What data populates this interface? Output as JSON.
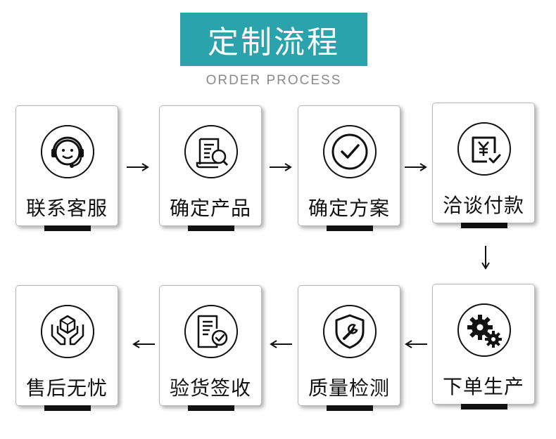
{
  "header": {
    "title": "定制流程",
    "subtitle": "ORDER PROCESS"
  },
  "steps": [
    {
      "label": "联系客服",
      "icon": "customer-service-icon"
    },
    {
      "label": "确定产品",
      "icon": "document-search-icon"
    },
    {
      "label": "确定方案",
      "icon": "check-circle-icon"
    },
    {
      "label": "洽谈付款",
      "icon": "yen-payment-icon"
    },
    {
      "label": "下单生产",
      "icon": "gears-icon"
    },
    {
      "label": "质量检测",
      "icon": "shield-wrench-icon"
    },
    {
      "label": "验货签收",
      "icon": "document-check-icon"
    },
    {
      "label": "售后无忧",
      "icon": "hands-box-icon"
    }
  ],
  "colors": {
    "title_bg": "#2aa3ad",
    "subtitle_text": "#8a8a8a",
    "card_border": "#b8b8b8",
    "ink": "#111111"
  }
}
